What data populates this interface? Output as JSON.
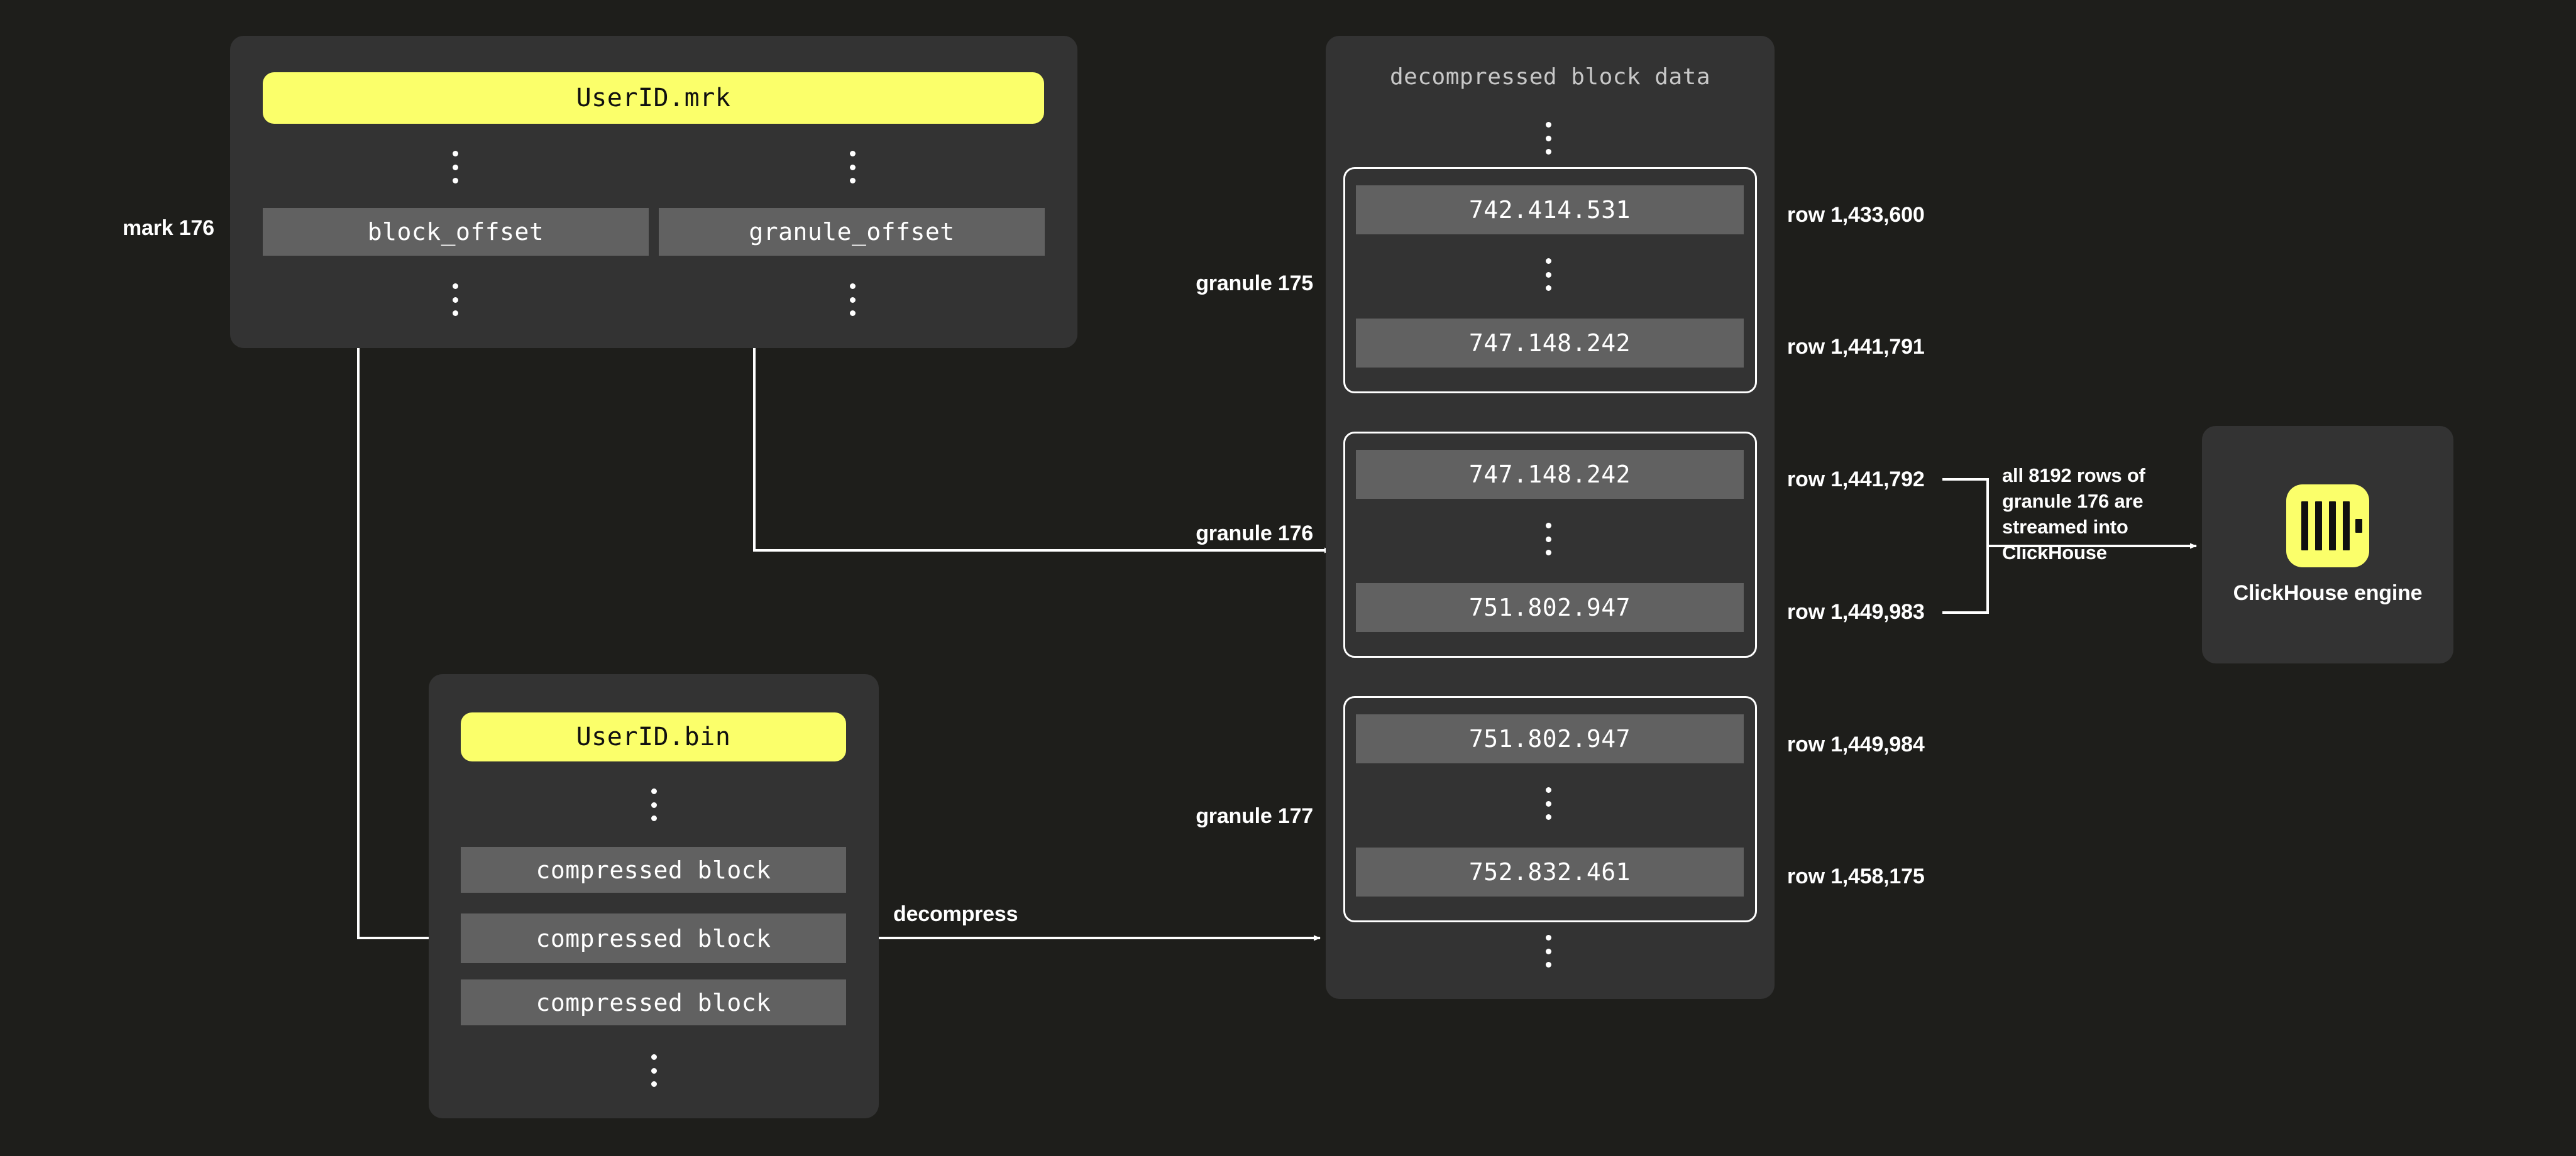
{
  "background_color": "#1e1e1b",
  "accent_color": "#fbff6a",
  "panel_color": "#333333",
  "cell_color": "#616161",
  "mark_file": {
    "label": "mark 176",
    "file_name": "UserID.mrk",
    "columns": [
      {
        "name": "block_offset"
      },
      {
        "name": "granule_offset"
      }
    ]
  },
  "bin_file": {
    "file_name": "UserID.bin",
    "blocks": [
      {
        "name": "compressed block"
      },
      {
        "name": "compressed block"
      },
      {
        "name": "compressed block"
      }
    ]
  },
  "decompressed": {
    "title": "decompressed block data",
    "granules": [
      {
        "label": "granule 175",
        "first_value": "742.414.531",
        "last_value": "747.148.242",
        "first_row": "row 1,433,600",
        "last_row": "row 1,441,791"
      },
      {
        "label": "granule 176",
        "first_value": "747.148.242",
        "last_value": "751.802.947",
        "first_row": "row 1,441,792",
        "last_row": "row 1,449,983"
      },
      {
        "label": "granule 177",
        "first_value": "751.802.947",
        "last_value": "752.832.461",
        "first_row": "row 1,449,984",
        "last_row": "row 1,458,175"
      }
    ]
  },
  "edges": {
    "decompress_label": "decompress",
    "stream_annotation": "all 8192 rows of granule 176 are streamed into ClickHouse"
  },
  "engine": {
    "caption": "ClickHouse engine",
    "logo": "clickhouse-logo"
  }
}
